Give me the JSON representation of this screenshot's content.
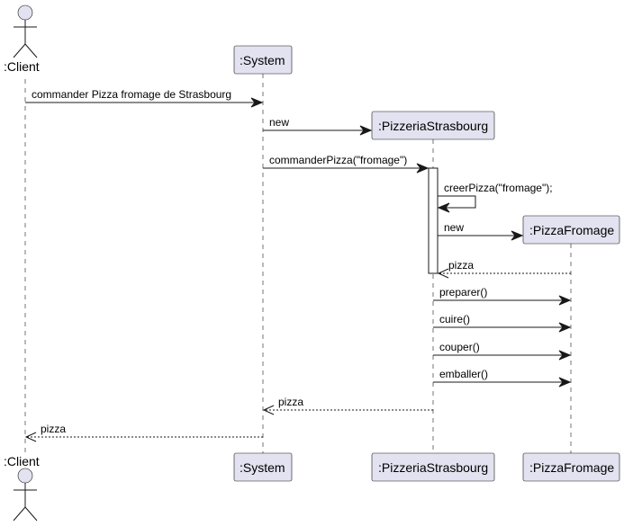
{
  "participants": {
    "client": ":Client",
    "system": ":System",
    "pizzeria": ":PizzeriaStrasbourg",
    "pizza": ":PizzaFromage"
  },
  "messages": {
    "m1": "commander Pizza fromage de Strasbourg",
    "m2": "new",
    "m3": "commanderPizza(\"fromage\")",
    "m4": "creerPizza(\"fromage\");",
    "m5": "new",
    "m6": "pizza",
    "m7": "preparer()",
    "m8": "cuire()",
    "m9": "couper()",
    "m10": "emballer()",
    "m11": "pizza",
    "m12": "pizza"
  },
  "colors": {
    "participant_fill": "#E2E2F0",
    "line": "#181818"
  }
}
